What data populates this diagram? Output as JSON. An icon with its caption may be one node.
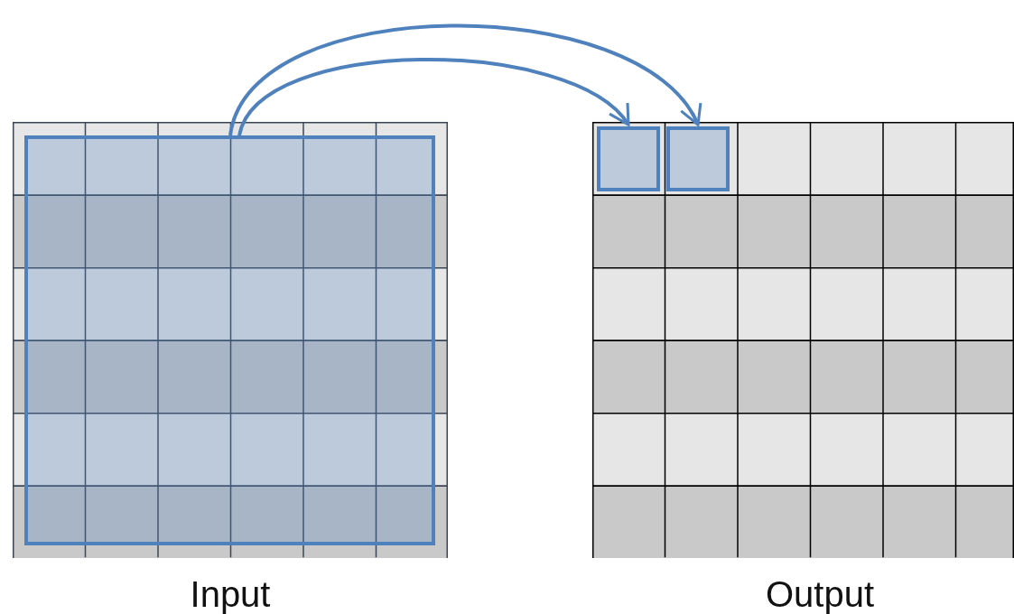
{
  "diagram": {
    "nodes": [
      {
        "text": [
          "Input"
        ]
      },
      {
        "text": [],
        "shape": "box",
        "in": 0
      },
      {
        "text": [
          "Output"
        ]
      },
      {
        "text": [],
        "shape": "box",
        "in": 2
      },
      {
        "text": [],
        "shape": "box",
        "in": 2
      }
    ],
    "edges": [
      {
        "from": 1,
        "to": 3,
        "arrow": "to"
      },
      {
        "from": 1,
        "to": 4,
        "arrow": "to"
      }
    ]
  }
}
